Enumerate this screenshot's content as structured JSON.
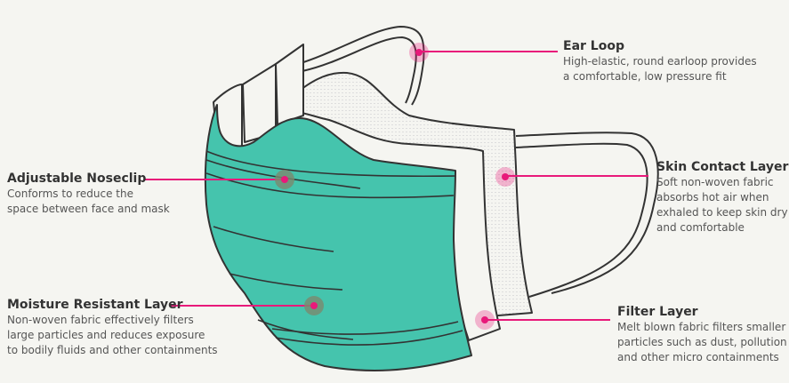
{
  "colors": {
    "accent": "#e8197a",
    "mask": "#45c4ad",
    "background": "#f5f5f1"
  },
  "labels": {
    "ear_loop": {
      "title": "Ear Loop",
      "lines": [
        "High-elastic, round earloop provides",
        "a comfortable, low pressure fit"
      ]
    },
    "skin_contact": {
      "title": "Skin Contact Layer",
      "lines": [
        "Soft non-woven fabric",
        "absorbs hot air when",
        "exhaled to keep skin dry",
        "and comfortable"
      ]
    },
    "filter": {
      "title": "Filter Layer",
      "lines": [
        "Melt blown fabric filters smaller",
        "particles such as dust, pollution",
        "and other micro containments"
      ]
    },
    "noseclip": {
      "title": "Adjustable Noseclip",
      "lines": [
        "Conforms to reduce the",
        "space between face and mask"
      ]
    },
    "moisture": {
      "title": "Moisture Resistant Layer",
      "lines": [
        "Non-woven fabric effectively filters",
        "large particles and reduces exposure",
        "to bodily fluids and other containments"
      ]
    }
  }
}
